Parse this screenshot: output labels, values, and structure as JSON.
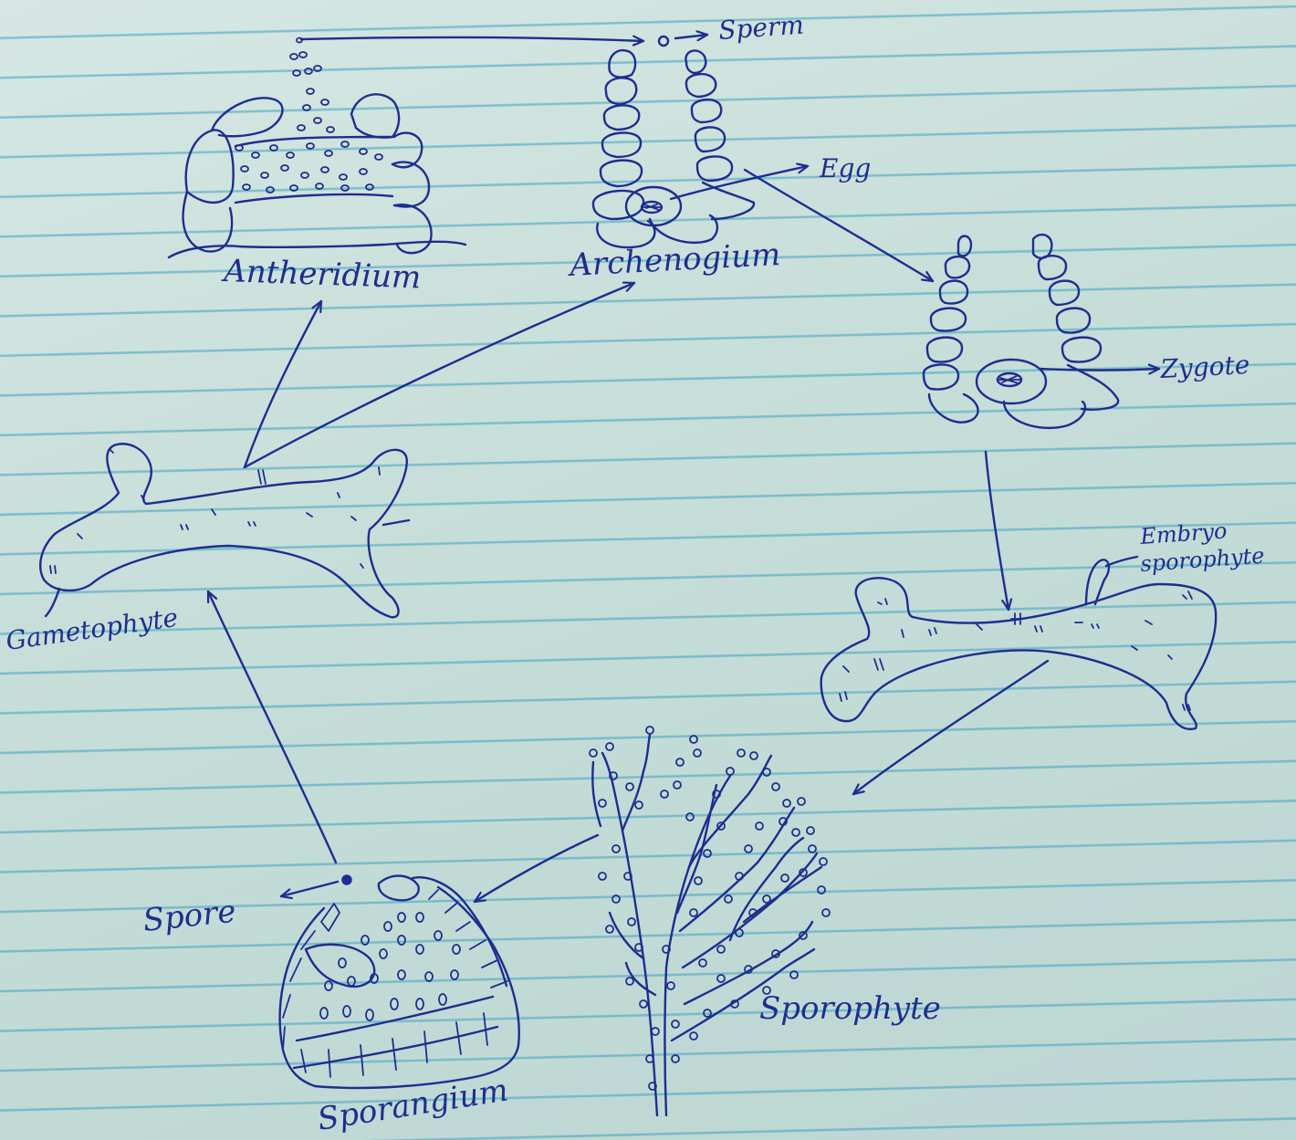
{
  "labels": {
    "antheridium": "Antheridium",
    "archegonium": "Archenogium",
    "sperm": "Sperm",
    "egg": "Egg",
    "zygote": "Zygote",
    "embryo_line1": "Embryo",
    "embryo_line2": "sporophyte",
    "gametophyte": "Gametophyte",
    "sporophyte": "Sporophyte",
    "sporangium": "Sporangium",
    "spore": "Spore"
  },
  "colors": {
    "ink": "#1f2d8e",
    "paper": "#c9dedb",
    "rule": "#3ca0be"
  }
}
